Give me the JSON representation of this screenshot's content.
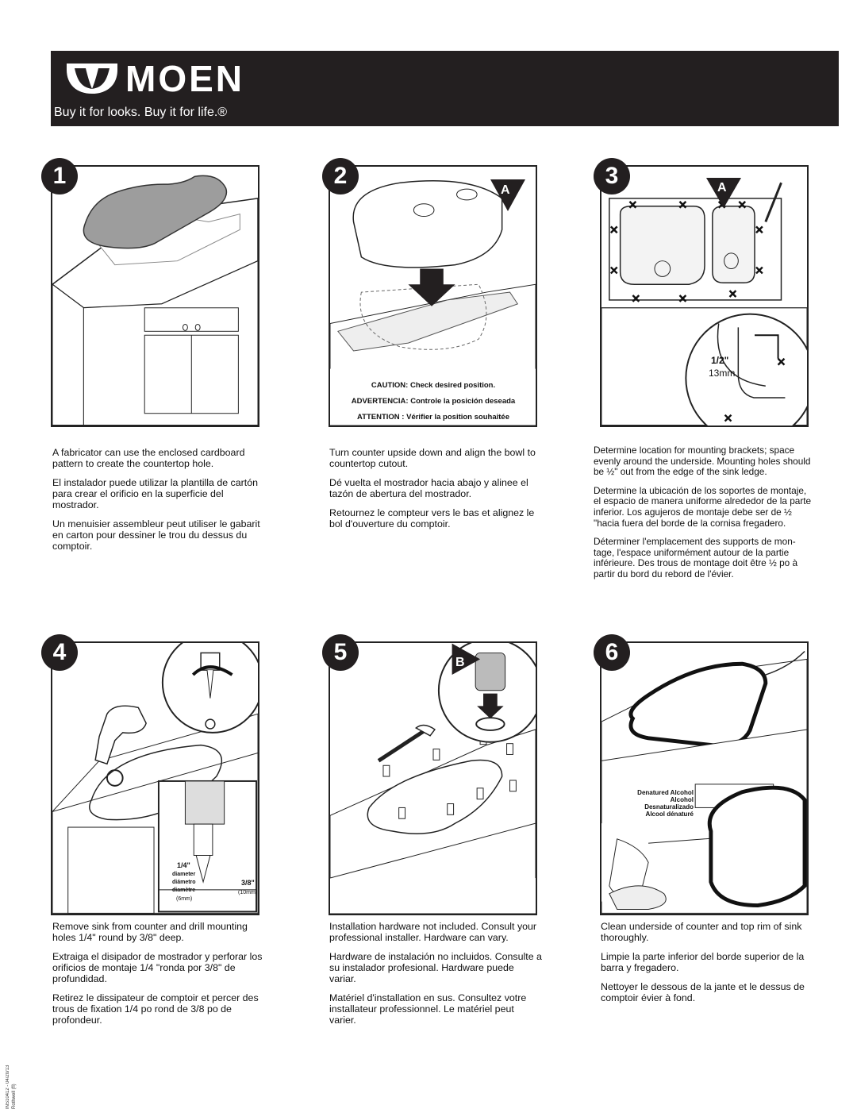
{
  "header": {
    "brand": "MOEN",
    "tagline": "Buy it for looks. Buy it for life.®"
  },
  "steps": [
    {
      "number": "1",
      "texts": [
        "A fabricator can use the enclosed cardboard pattern to create the countertop hole.",
        "El instalador puede utilizar la plantilla de cartón para crear el orificio en la superficie del mostrador.",
        "Un menuisier assembleur peut utiliser le gabarit en carton pour dessiner le trou du dessus du comptoir."
      ]
    },
    {
      "number": "2",
      "tag": "A",
      "caution": [
        "CAUTION: Check desired position.",
        "ADVERTENCIA: Controle la posición deseada",
        "ATTENTION : Vérifier la position souhaitée"
      ],
      "texts": [
        "Turn counter upside down and align the bowl to countertop cutout.",
        "Dé vuelta el mostrador hacia abajo y alinee el tazón de abertura del mostrador.",
        "Retournez le compteur vers le bas et alignez le bol d'ouverture du comptoir."
      ]
    },
    {
      "number": "3",
      "tag": "A",
      "measure": "1/2\"",
      "measure_mm": "13mm",
      "texts": [
        "Determine location for mounting brackets; space evenly around the underside. Mounting holes should be ½\" out from the edge of the sink ledge.",
        "Determine la ubicación de los soportes de montaje, el espacio de manera uniforme alrededor de la parte inferior. Los agujeros de montaje debe ser de ½ \"hacia fuera del borde de la cornisa fregadero.",
        "Déterminer l'emplacement des supports de mon-tage, l'espace uniformément autour de la partie inférieure. Des trous de montage doit être ½ po à partir du bord du rebord de l'évier."
      ]
    },
    {
      "number": "4",
      "diam": "1/4\"",
      "diam_labels": [
        "diameter",
        "diámetro",
        "diamètre"
      ],
      "diam_mm": "(6mm)",
      "depth": "3/8\"",
      "depth_mm": "(10mm)",
      "texts": [
        "Remove sink from counter and drill mounting holes 1/4\" round by 3/8\" deep.",
        "Extraiga el disipador de mostrador y perforar los orificios de montaje 1/4 \"ronda por 3/8\" de profundidad.",
        "Retirez le dissipateur de comptoir et percer des trous de fixation 1/4 po rond de 3/8 po de profondeur."
      ]
    },
    {
      "number": "5",
      "tag": "B",
      "texts": [
        "Installation hardware not included. Consult your professional installer. Hardware can vary.",
        "Hardware de instalación no incluidos. Consulte a su instalador profesional. Hardware puede variar.",
        "Matériel d'installation en sus. Consultez votre installateur professionnel. Le matériel peut varier."
      ]
    },
    {
      "number": "6",
      "alcohol": [
        "Denatured Alcohol",
        "Alcohol Desnaturalizado",
        "Alcool dénaturé"
      ],
      "texts": [
        "Clean underside of counter and top rim of sink thoroughly.",
        "Limpie la parte inferior del borde superior de la barra y fregadero.",
        "Nettoyer le dessous de la jante et le dessus de comptoir évier à fond."
      ]
    }
  ],
  "footnote": "INS10412 - 04/20/13 Rothwell (fl)"
}
